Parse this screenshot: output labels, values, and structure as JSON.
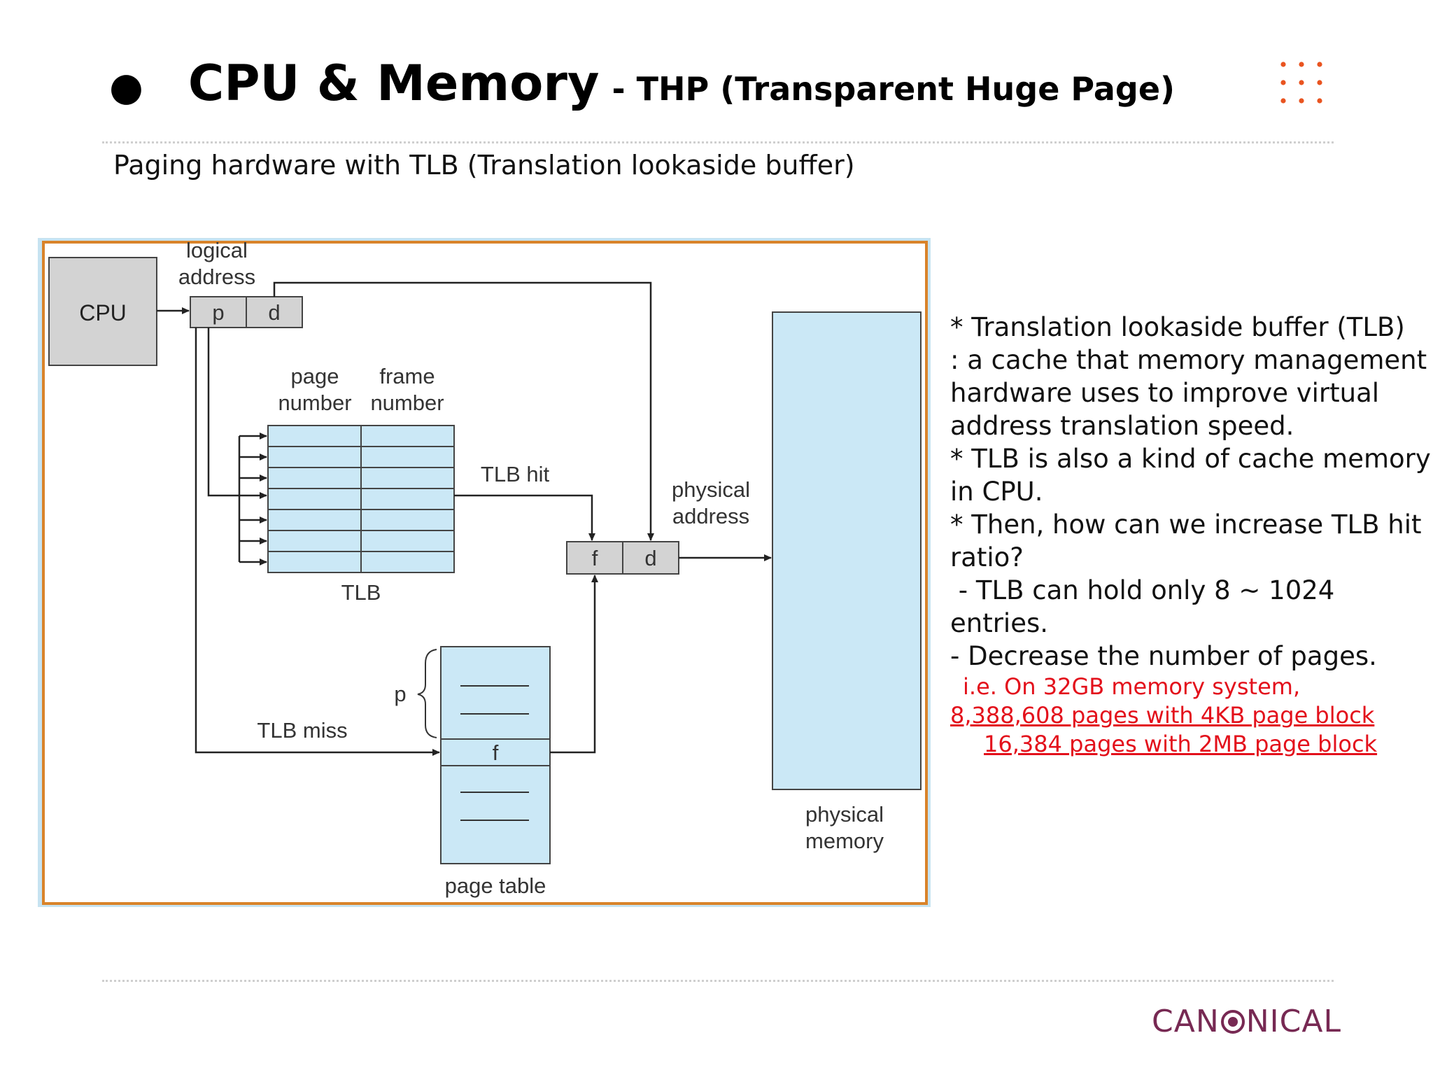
{
  "slide": {
    "bullet": "●",
    "title_main": "CPU & Memory",
    "title_sub": "- THP (Transparent Huge Page)",
    "subtitle": "Paging hardware with TLB (Translation lookaside buffer)"
  },
  "diagram": {
    "cpu_label": "CPU",
    "logical_address_label": [
      "logical",
      "address"
    ],
    "p_label": "p",
    "d_label": "d",
    "page_number_header": [
      "page",
      "number"
    ],
    "frame_number_header": [
      "frame",
      "number"
    ],
    "tlb_label": "TLB",
    "tlb_hit_label": "TLB hit",
    "tlb_miss_label": "TLB miss",
    "physical_address_label": [
      "physical",
      "address"
    ],
    "f_label": "f",
    "physical_memory_label": [
      "physical",
      "memory"
    ],
    "page_table_label": "page table",
    "page_table_p_label": "p",
    "page_table_f_label": "f"
  },
  "notes": {
    "lines": [
      "* Translation lookaside buffer (TLB)",
      ": a cache that memory management",
      "hardware uses to improve virtual",
      "address translation speed.",
      "* TLB is also a kind of cache memory",
      "in CPU.",
      "* Then, how can we increase TLB hit",
      "ratio?",
      " - TLB can hold only 8 ~ 1024",
      "entries.",
      "- Decrease the number of pages."
    ],
    "example_line1": "i.e. On 32GB memory system,",
    "example_line2": "8,388,608 pages with 4KB page block",
    "example_line3": "16,384 pages with 2MB page block"
  },
  "brand": {
    "before": "CAN",
    "after": "NICAL"
  },
  "colors": {
    "accent_orange": "#e95420",
    "brand_purple": "#772953",
    "highlight_red": "#e3101b",
    "diagram_blue": "#cbe8f6",
    "figure_border": "#d9832a"
  }
}
